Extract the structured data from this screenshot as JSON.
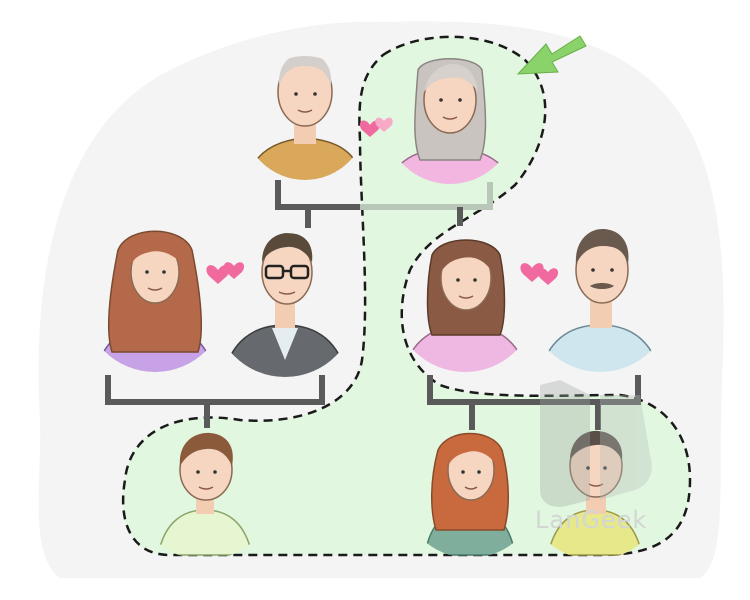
{
  "watermark": {
    "text": "LanGeek"
  },
  "colors": {
    "background": "#f4f4f4",
    "highlight": "#e2f7df",
    "connector": "#5a5a5a",
    "connector_light": "#b9c7b9",
    "heart": "#f06aa0",
    "arrow": "#8ad26a",
    "dash": "#1a1a1a"
  },
  "icons": [
    "heart-icon",
    "arrow-icon"
  ],
  "people": [
    "grandfather",
    "grandmother",
    "aunt",
    "uncle",
    "mother",
    "father",
    "cousin-boy",
    "daughter",
    "son"
  ]
}
